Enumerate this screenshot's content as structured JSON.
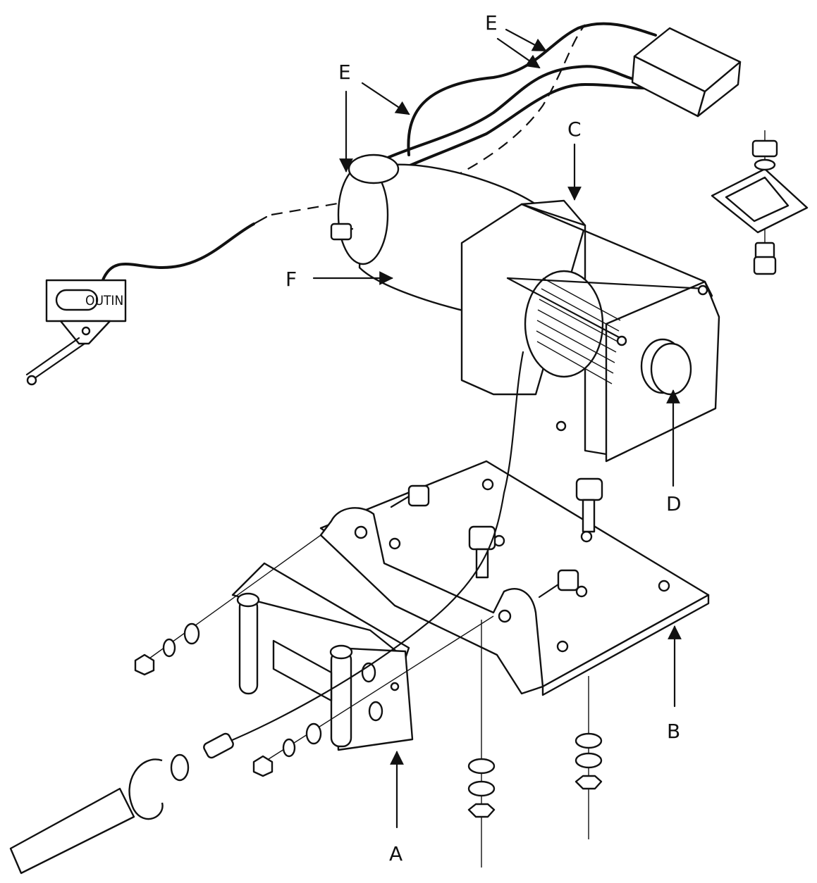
{
  "callouts": {
    "a": "A",
    "b": "B",
    "c": "C",
    "d": "D",
    "e_top": "E",
    "e_left": "E",
    "f": "F"
  },
  "switch": {
    "label": "OUTIN"
  },
  "colors": {
    "line": "#111111",
    "background": "#ffffff"
  }
}
